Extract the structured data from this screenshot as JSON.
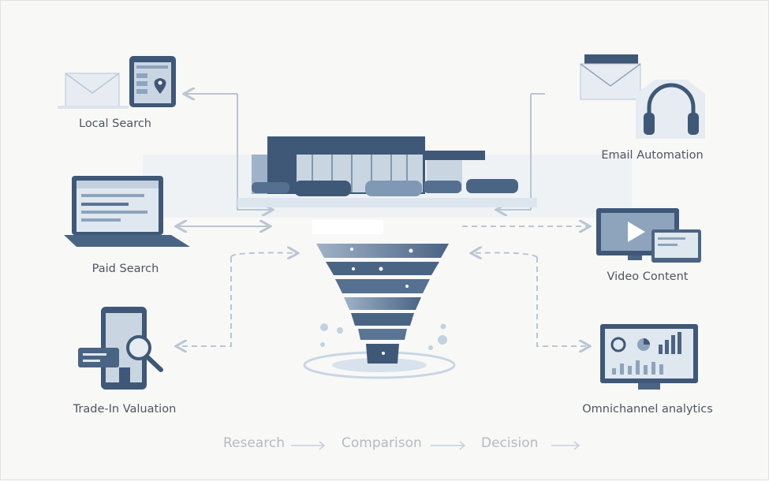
{
  "channels": {
    "local_search": "Local Search",
    "paid_search": "Paid Search",
    "trade_in": "Trade-In Valuation",
    "email": "Email Automation",
    "video": "Video Content",
    "analytics": "Omnichannel analytics"
  },
  "journey": [
    "Research",
    "Comparison",
    "Decision"
  ],
  "colors": {
    "primary": "#4a6484",
    "light": "#a9bccf",
    "line": "#b9c6d3",
    "text": "#4d5560"
  }
}
